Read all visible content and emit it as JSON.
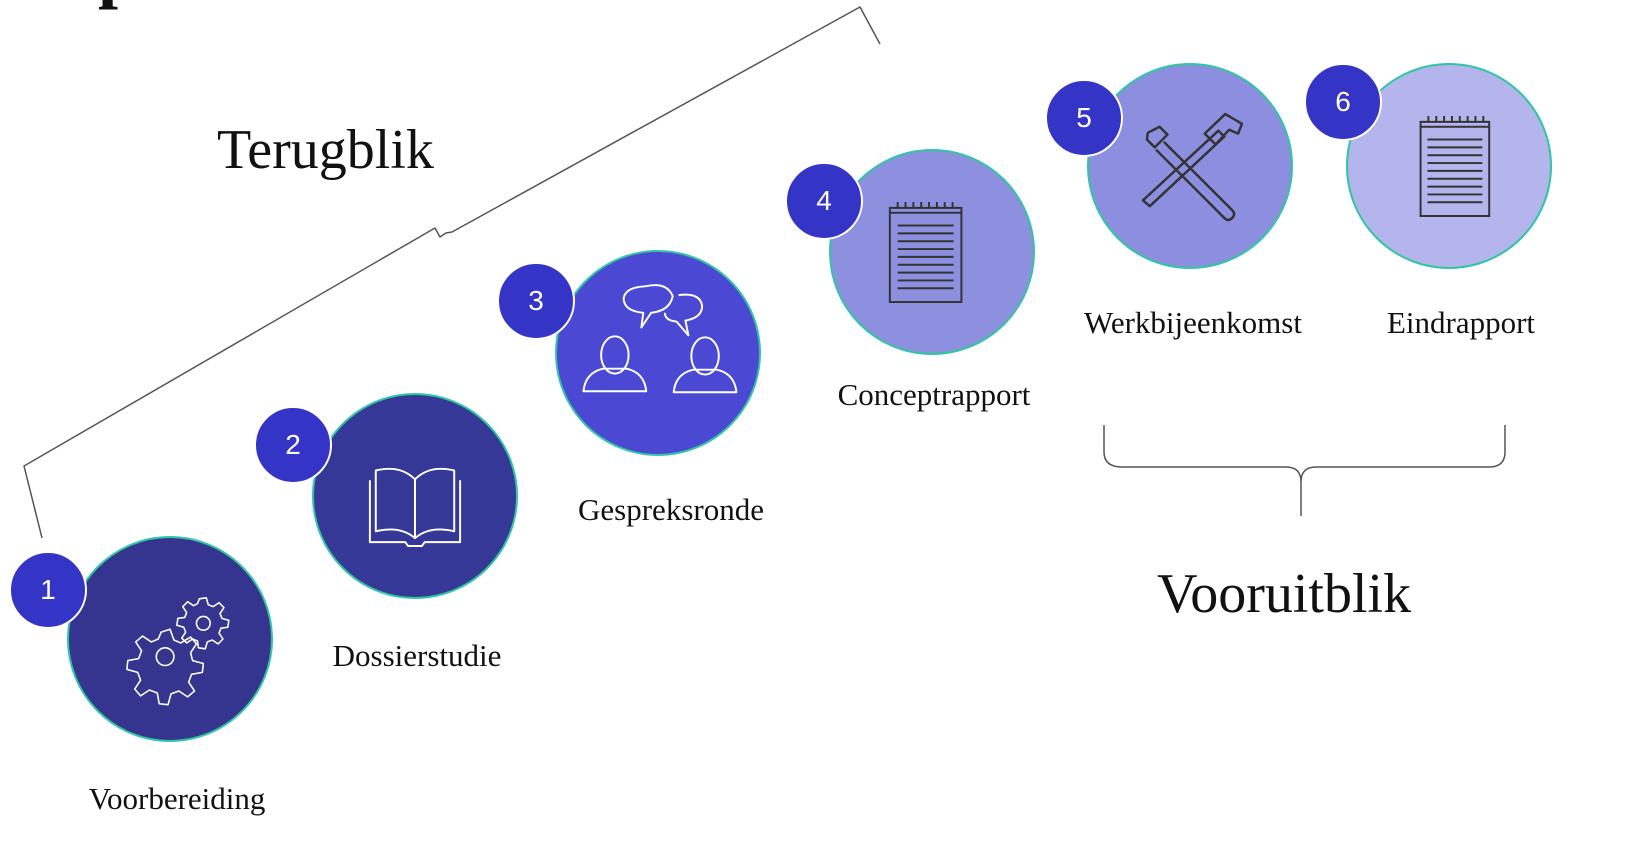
{
  "title_fragment": "p",
  "groups": {
    "retrospective": {
      "label": "Terugblik"
    },
    "prospective": {
      "label": "Vooruitblik"
    }
  },
  "steps": [
    {
      "number": "1",
      "label": "Voorbereiding",
      "icon": "gears-icon",
      "color": "#353590"
    },
    {
      "number": "2",
      "label": "Dossierstudie",
      "icon": "book-icon",
      "color": "#363898"
    },
    {
      "number": "3",
      "label": "Gespreksronde",
      "icon": "conversation-icon",
      "color": "#4b48d4"
    },
    {
      "number": "4",
      "label": "Conceptrapport",
      "icon": "notepad-icon",
      "color": "#8d8fdf"
    },
    {
      "number": "5",
      "label": "Werkbijeenkomst",
      "icon": "tools-icon",
      "color": "#8c8fdf"
    },
    {
      "number": "6",
      "label": "Eindrapport",
      "icon": "notepad-icon",
      "color": "#b3b5ec"
    }
  ],
  "colors": {
    "badge": "#3434c6",
    "circle_outline": "#31c6a3",
    "icon_line": "#ffffff",
    "bracket_line": "#555555",
    "text": "#111111"
  }
}
